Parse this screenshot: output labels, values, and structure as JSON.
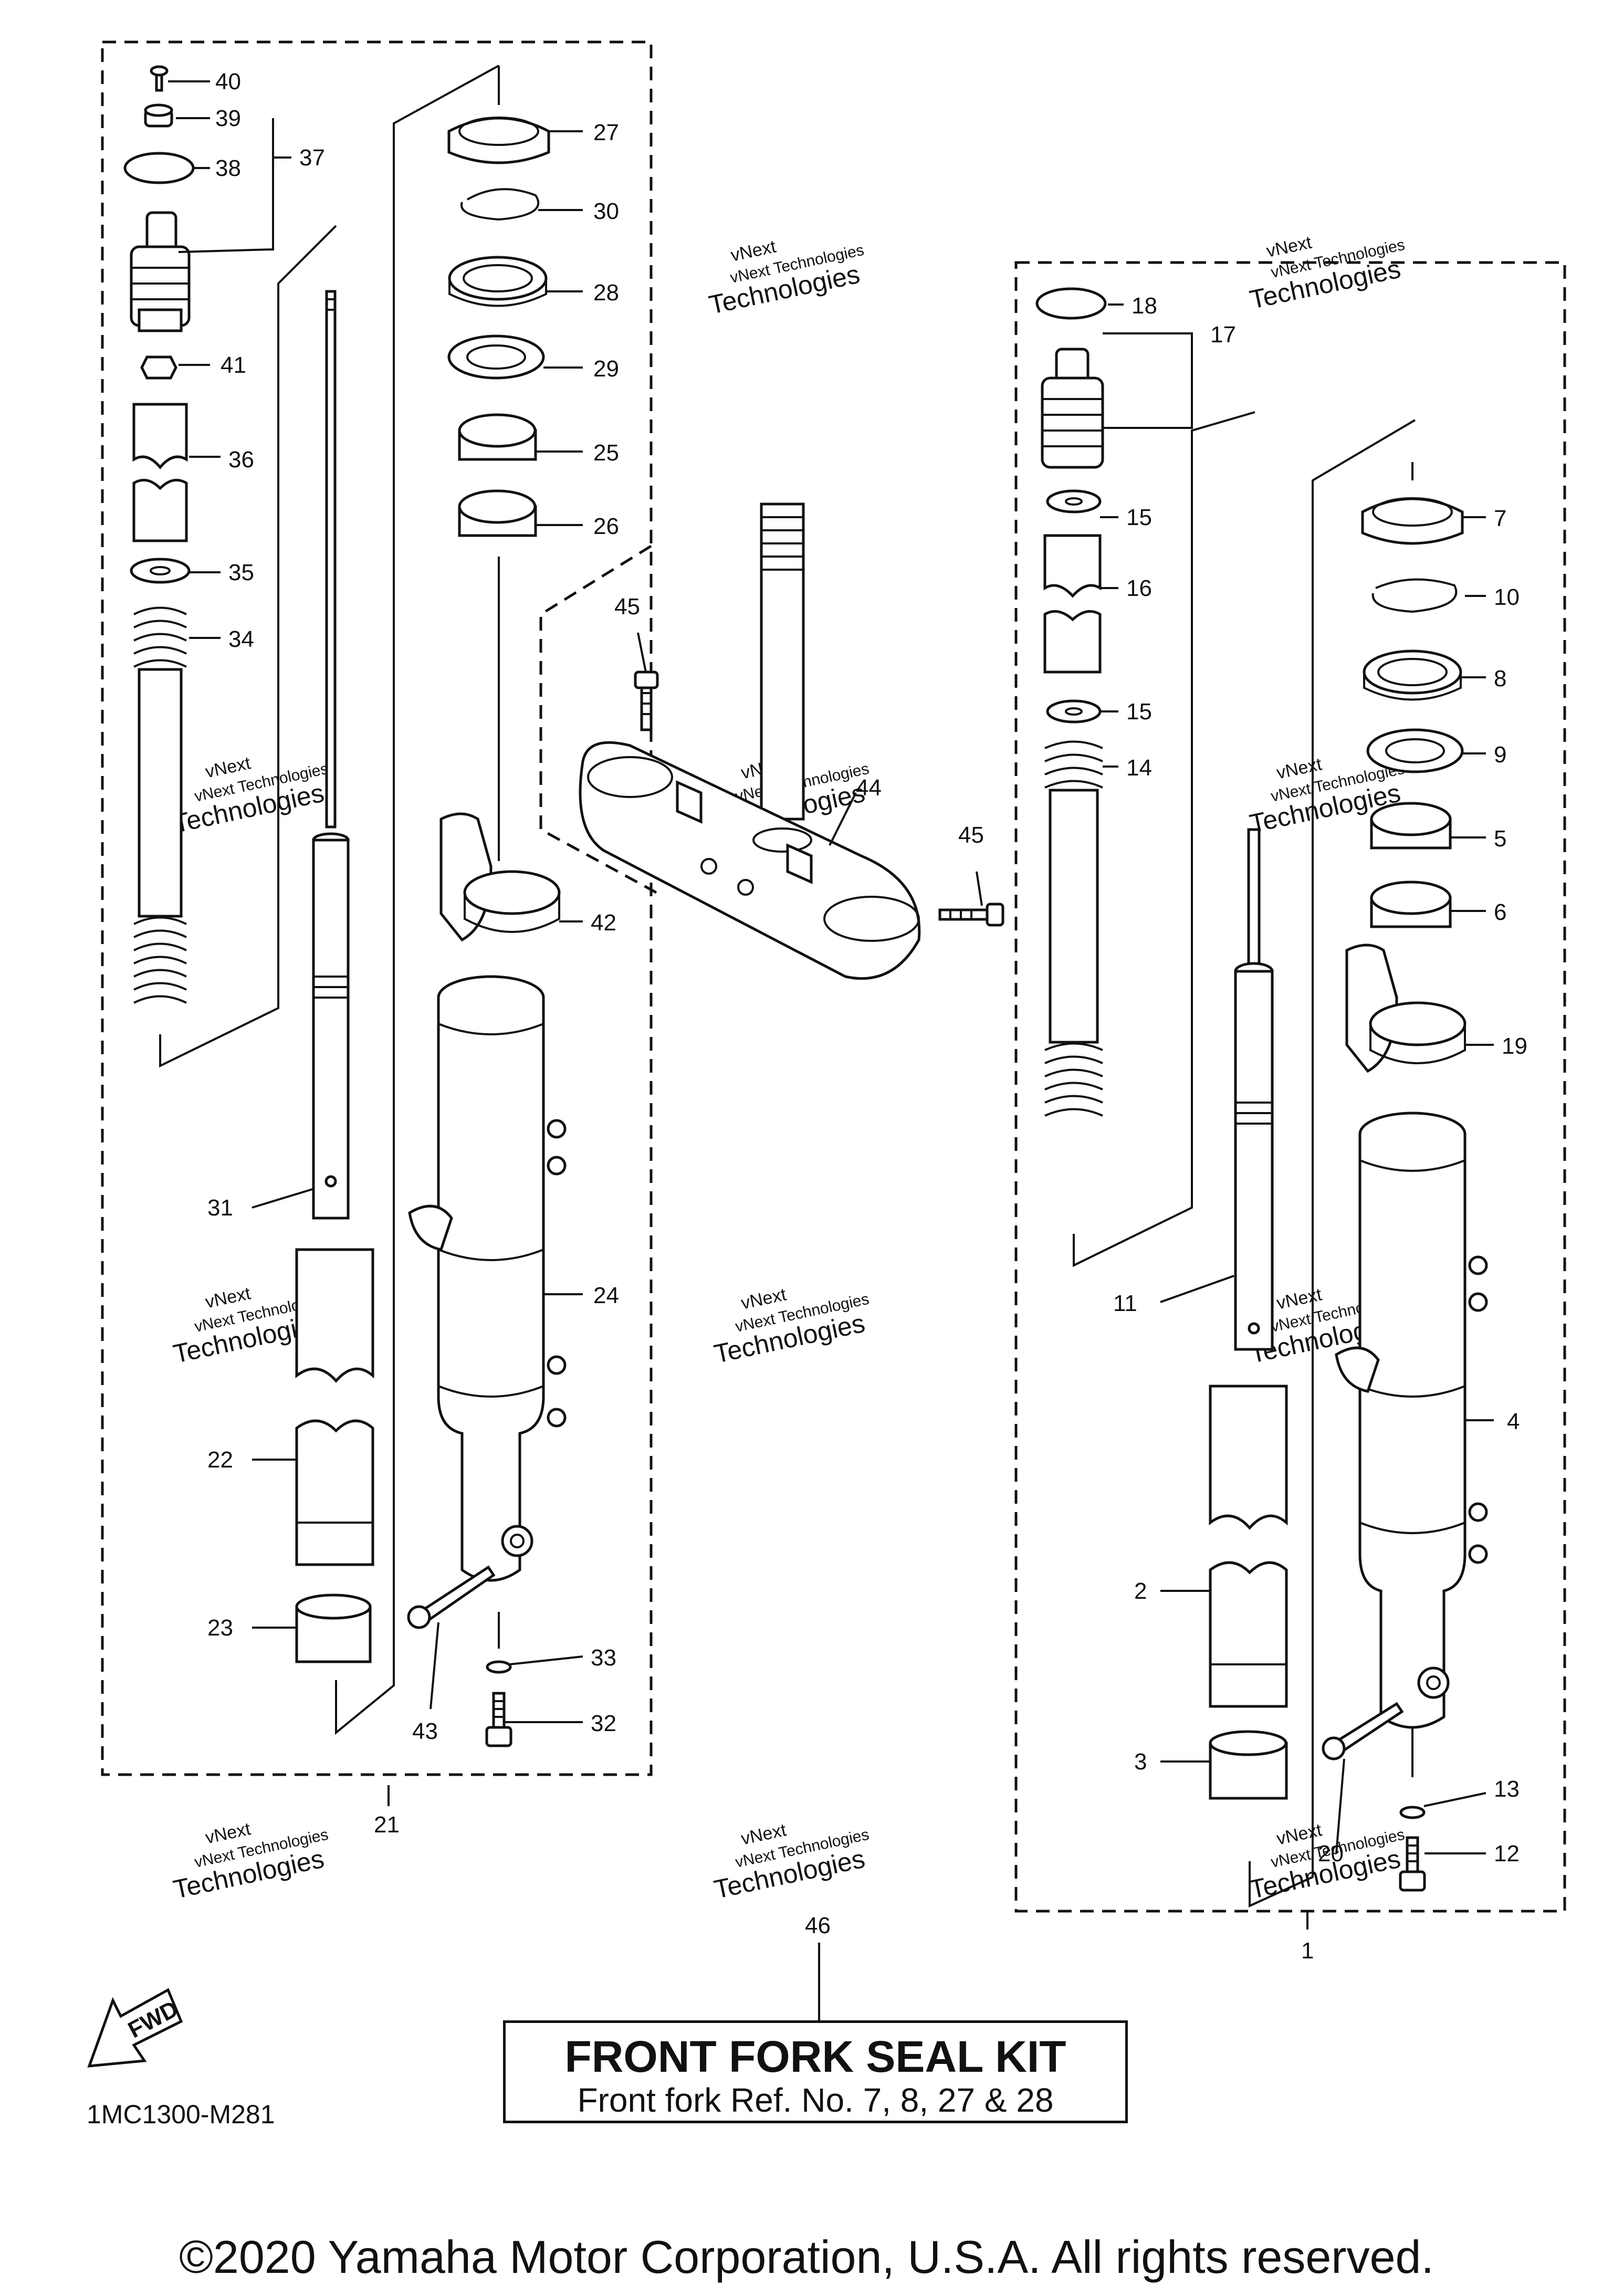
{
  "diagram_code": "1MC1300-M281",
  "fwd_label": "FWD",
  "watermark": {
    "line1": "vNext Technologies",
    "line2": "vNext",
    "line3": "Technologies"
  },
  "kit": {
    "title": "FRONT FORK SEAL KIT",
    "subtitle": "Front fork Ref. No. 7, 8, 27 & 28"
  },
  "copyright": "©2020 Yamaha Motor Corporation, U.S.A. All rights reserved.",
  "callouts": {
    "1": "1",
    "2": "2",
    "3": "3",
    "4": "4",
    "5": "5",
    "6": "6",
    "7": "7",
    "8": "8",
    "9": "9",
    "10": "10",
    "11": "11",
    "12": "12",
    "13": "13",
    "14": "14",
    "15a": "15",
    "15b": "15",
    "16": "16",
    "17": "17",
    "18": "18",
    "19": "19",
    "20": "20",
    "21": "21",
    "22": "22",
    "23": "23",
    "24": "24",
    "25": "25",
    "26": "26",
    "27": "27",
    "28": "28",
    "29": "29",
    "30": "30",
    "31": "31",
    "32": "32",
    "33": "33",
    "34": "34",
    "35": "35",
    "36": "36",
    "37": "37",
    "38": "38",
    "39": "39",
    "40": "40",
    "41": "41",
    "42": "42",
    "43": "43",
    "44": "44",
    "45a": "45",
    "45b": "45",
    "46": "46"
  }
}
